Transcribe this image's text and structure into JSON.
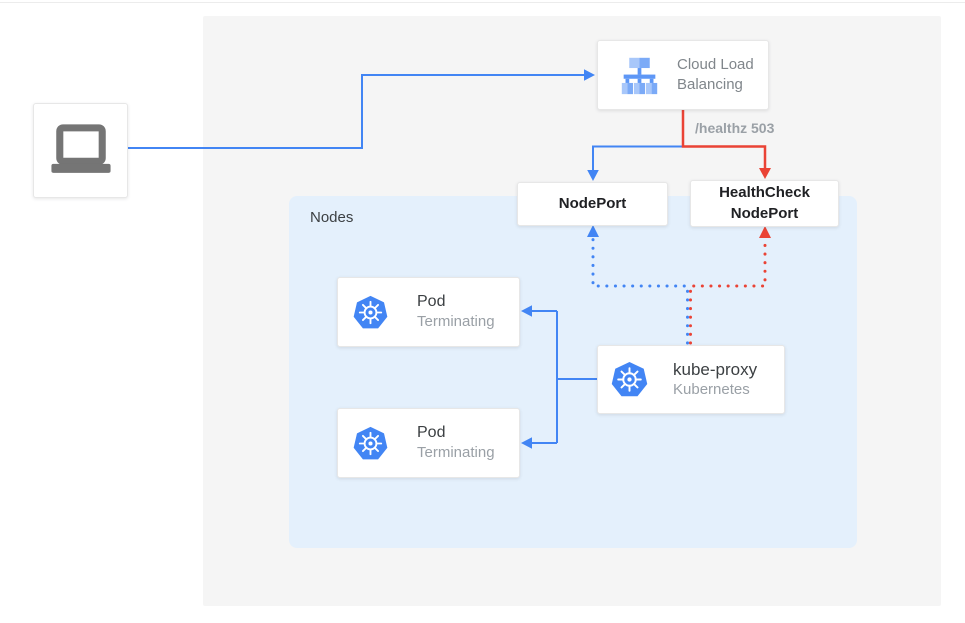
{
  "diagram": {
    "client": {
      "icon": "laptop-icon"
    },
    "cloud_load_balancing": {
      "label": "Cloud Load Balancing",
      "icon": "load-balancer-icon"
    },
    "healthz_label": "/healthz 503",
    "nodeport": {
      "label": "NodePort"
    },
    "healthcheck_nodeport": {
      "label": "HealthCheck NodePort"
    },
    "nodes_group": {
      "label": "Nodes"
    },
    "pods": [
      {
        "title": "Pod",
        "subtitle": "Terminating",
        "icon": "kubernetes-icon"
      },
      {
        "title": "Pod",
        "subtitle": "Terminating",
        "icon": "kubernetes-icon"
      }
    ],
    "kube_proxy": {
      "title": "kube-proxy",
      "subtitle": "Kubernetes",
      "icon": "kubernetes-icon"
    }
  },
  "colors": {
    "traffic_blue": "#4285f4",
    "error_red": "#ea4335",
    "panel_gray": "#f5f5f5",
    "nodes_background": "#e4f0fc",
    "kubernetes_blue": "#4285f4",
    "icon_gray": "#757575",
    "muted_text": "#9aa0a6",
    "dark_text": "#3c4043"
  }
}
